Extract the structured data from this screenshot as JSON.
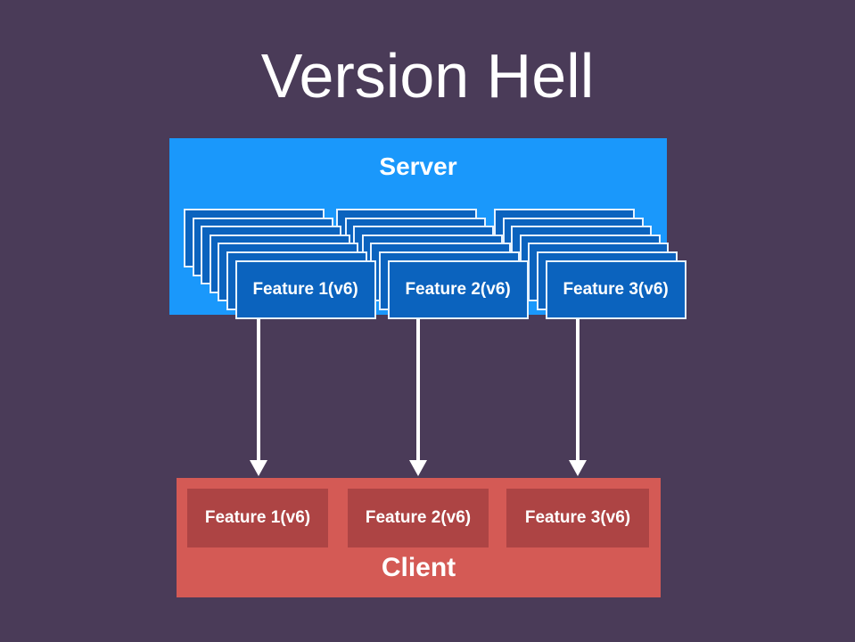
{
  "slide": {
    "title": "Version Hell"
  },
  "server": {
    "label": "Server",
    "features": [
      {
        "label": "Feature 1(v6)",
        "stack_depth": 7
      },
      {
        "label": "Feature 2(v6)",
        "stack_depth": 7
      },
      {
        "label": "Feature 3(v6)",
        "stack_depth": 7
      }
    ]
  },
  "client": {
    "label": "Client",
    "features": [
      {
        "label": "Feature 1(v6)"
      },
      {
        "label": "Feature 2(v6)"
      },
      {
        "label": "Feature 3(v6)"
      }
    ]
  },
  "colors": {
    "background": "#4a3b58",
    "server": "#1a98fb",
    "feature_card": "#0b63be",
    "card_border": "#e6f2ff",
    "client": "#d45a55",
    "client_feature": "#ad4444",
    "text": "#ffffff"
  }
}
